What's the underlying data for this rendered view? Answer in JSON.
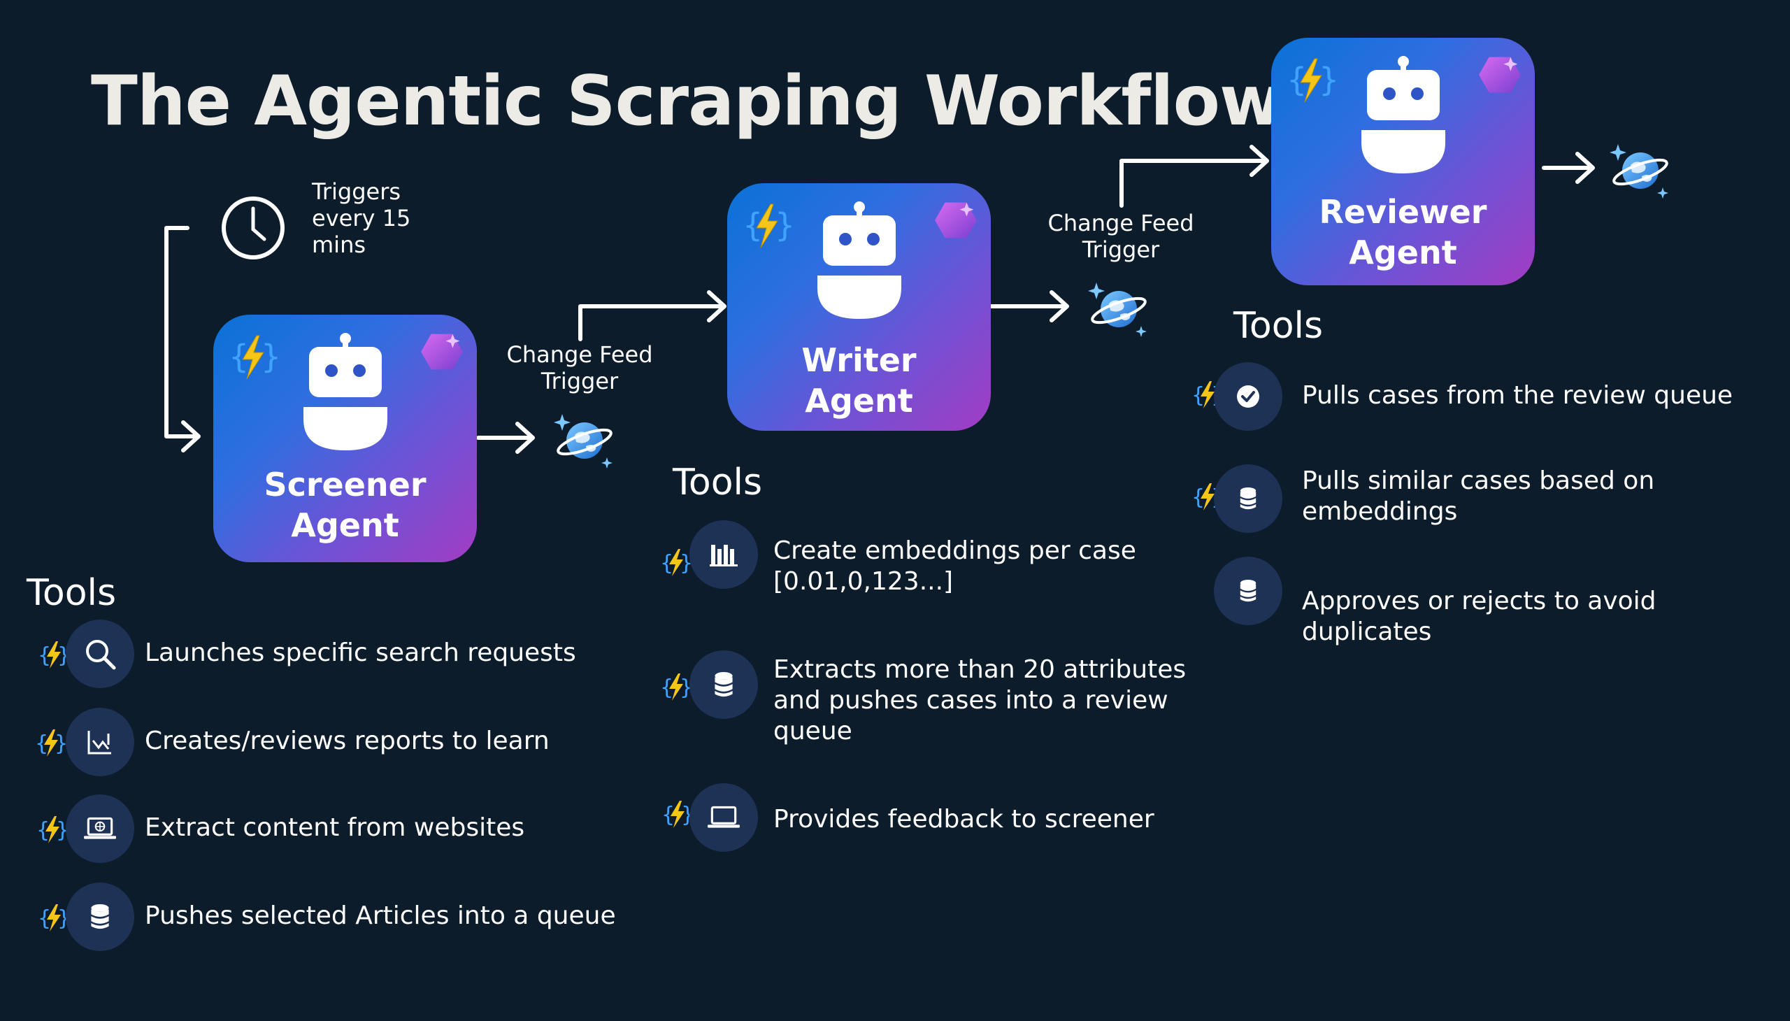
{
  "title": "The Agentic Scraping Workflow",
  "trigger": {
    "line1": "Triggers",
    "line2": "every 15",
    "line3": "mins"
  },
  "change_feed_1": {
    "line1": "Change Feed",
    "line2": "Trigger"
  },
  "change_feed_2": {
    "line1": "Change Feed",
    "line2": "Trigger"
  },
  "agents": {
    "screener": {
      "line1": "Screener",
      "line2": "Agent"
    },
    "writer": {
      "line1": "Writer",
      "line2": "Agent"
    },
    "reviewer": {
      "line1": "Reviewer",
      "line2": "Agent"
    }
  },
  "tools_heading": "Tools",
  "screener_tools": [
    {
      "icon": "search-icon",
      "text": "Launches specific search requests"
    },
    {
      "icon": "report-chart-icon",
      "text": "Creates/reviews reports to learn"
    },
    {
      "icon": "laptop-web-icon",
      "text": "Extract content from websites"
    },
    {
      "icon": "database-icon",
      "text": "Pushes selected Articles into a queue"
    }
  ],
  "writer_tools": [
    {
      "icon": "embeddings-icon",
      "line1": "Create embeddings per case",
      "line2": "[0.01,0,123...]"
    },
    {
      "icon": "database-icon",
      "line1": "Extracts more than 20 attributes",
      "line2": "and pushes cases into a review",
      "line3": "queue"
    },
    {
      "icon": "laptop-icon",
      "line1": "Provides feedback to screener"
    }
  ],
  "reviewer_tools": [
    {
      "icon": "check-circle-icon",
      "line1": "Pulls cases from the review queue"
    },
    {
      "icon": "database-icon",
      "line1": "Pulls similar cases based on",
      "line2": "embeddings"
    },
    {
      "icon": "database-icon",
      "line1": "Approves or rejects to avoid duplicates"
    }
  ],
  "colors": {
    "background": "#0c1c2b",
    "lightning": "#f5c518",
    "braces": "#3fa3ff",
    "tool_circle": "#1e3256"
  }
}
